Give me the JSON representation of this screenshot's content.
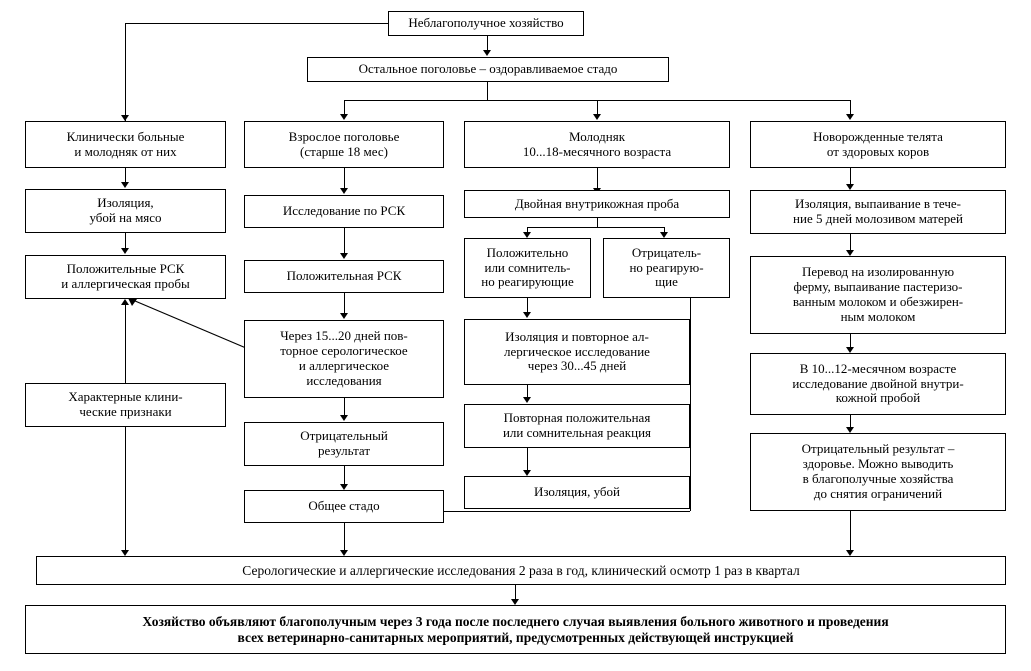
{
  "diagram": {
    "title_box": {
      "label": "Неблагополучное хозяйство"
    },
    "subtitle_box": {
      "label": "Остальное поголовье – оздоравливаемое стадо"
    },
    "columns": [
      {
        "name": "clinically-ill",
        "head": "Клинически больные\nи молодняк от них",
        "nodes": [
          "Изоляция,\nубой на мясо",
          "Положительные РСК\nи аллергическая пробы",
          "Характерные клини-\nческие признаки"
        ]
      },
      {
        "name": "adult-stock",
        "head": "Взрослое поголовье\n(старше 18 мес)",
        "nodes": [
          "Исследование по РСК",
          "Положительная РСК",
          "Через 15...20 дней пов-\nторное серологическое\nи аллергическое\nисследования",
          "Отрицательный\nрезультат",
          "Общее стадо"
        ]
      },
      {
        "name": "young-stock",
        "head": "Молодняк\n10...18-месячного возраста",
        "nodes": [
          "Двойная внутрикожная проба",
          "Положительно\nили сомнитель-\nно реагирующие",
          "Отрицатель-\nно реагирую-\nщие",
          "Изоляция и повторное ал-\nлергическое исследование\nчерез 30...45 дней",
          "Повторная положительная\nили сомнительная реакция",
          "Изоляция, убой"
        ]
      },
      {
        "name": "newborn-calves",
        "head": "Новорожденные телята\nот здоровых коров",
        "nodes": [
          "Изоляция, выпаивание в тече-\nние 5 дней молозивом матерей",
          "Перевод на изолированную\nферму, выпаивание пастеризо-\nванным молоком и обезжирен-\nным молоком",
          "В 10...12-месячном возрасте\nисследование двойной внутри-\nкожной пробой",
          "Отрицательный результат –\nздоровье. Можно выводить\nв благополучные хозяйства\nдо снятия ограничений"
        ]
      }
    ],
    "footer_boxes": [
      {
        "name": "periodic-testing",
        "label": "Серологические и аллергические исследования 2 раза в год, клинический осмотр 1 раз в квартал",
        "bold": false
      },
      {
        "name": "farm-declared-safe",
        "label": "Хозяйство объявляют благополучным через 3 года после последнего случая выявления больного животного и проведения\nвсех ветеринарно-санитарных мероприятий, предусмотренных действующей инструкцией",
        "bold": true
      }
    ]
  }
}
